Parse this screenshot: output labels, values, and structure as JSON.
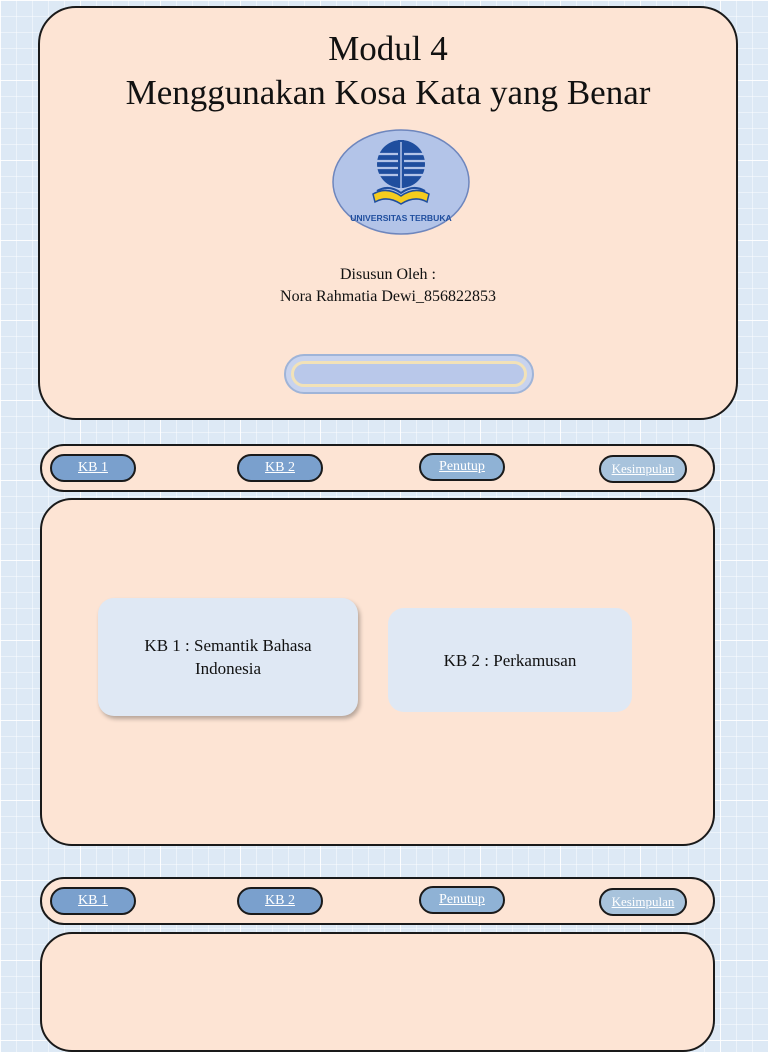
{
  "cover": {
    "title_line1": "Modul 4",
    "title_line2": "Menggunakan Kosa Kata yang Benar",
    "logo_text": "UNIVERSITAS TERBUKA",
    "author_label": "Disusun Oleh :",
    "author_name": "Nora Rahmatia Dewi_856822853"
  },
  "nav": {
    "kb1": "KB 1",
    "kb2": "KB 2",
    "penutup": "Penutup",
    "kesimpulan": "Kesimpulan"
  },
  "content": {
    "card1_line1": "KB 1 : Semantik Bahasa",
    "card1_line2": "Indonesia",
    "card2": "KB 2 : Perkamusan"
  },
  "colors": {
    "slide_bg": "#fde4d4",
    "nav_button": "#7aa0cd",
    "card_bg": "#dfe8f4",
    "logo_blue": "#1f4e9e",
    "logo_yellow": "#f5cc1e"
  }
}
